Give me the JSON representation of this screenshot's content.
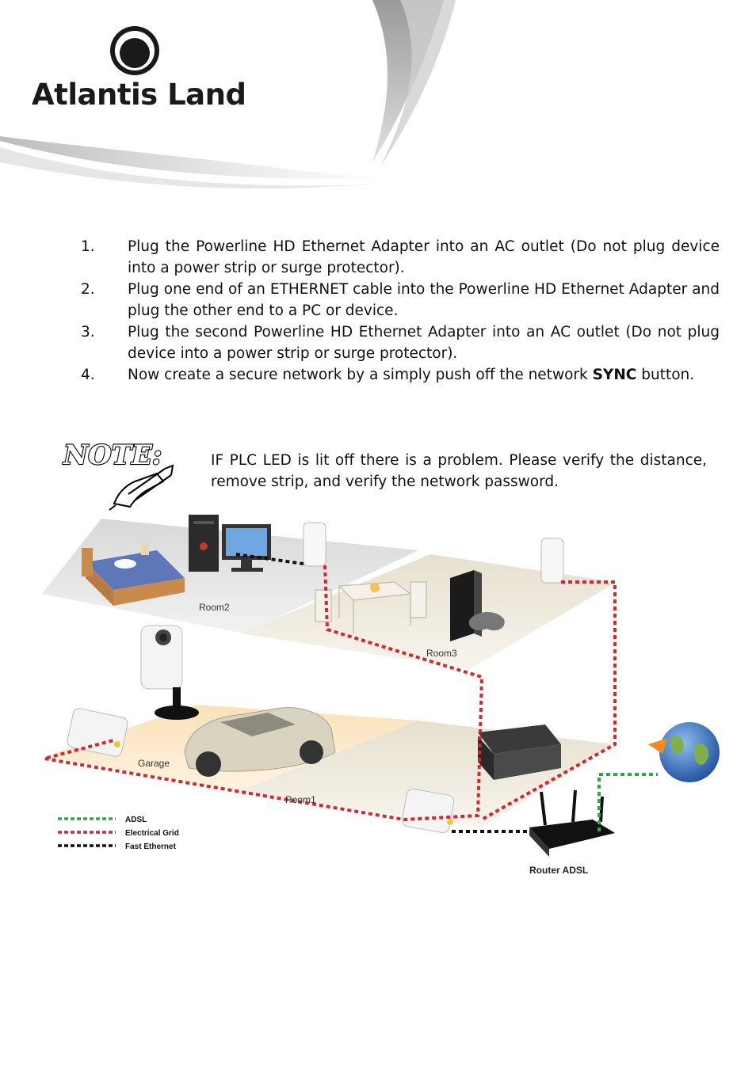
{
  "brand": {
    "logo_text": "Atlantis Land"
  },
  "instructions": [
    {
      "num": "1.",
      "text": "Plug the Powerline HD Ethernet Adapter into an AC outlet (Do not plug device into a power strip or surge protector)."
    },
    {
      "num": "2.",
      "text": "Plug one end of an ETHERNET cable into the Powerline HD Ethernet Adapter and plug the other end to a PC or device."
    },
    {
      "num": "3.",
      "text": "Plug the second Powerline HD Ethernet Adapter into an AC outlet (Do not plug device into a power strip or surge protector)."
    },
    {
      "num": "4.",
      "text_before": "Now create a secure network by a simply push off the network ",
      "text_bold": "SYNC",
      "text_after": " button."
    }
  ],
  "note": {
    "title": "NOTE:",
    "text": "IF PLC  LED is lit off there is a problem. Please verify the distance, remove strip, and verify the network password."
  },
  "diagram": {
    "rooms": {
      "room2": "Room2",
      "room3": "Room3",
      "garage": "Garage",
      "room1": "Room1"
    },
    "router_label": "Router ADSL",
    "legend": [
      {
        "label": "ADSL",
        "color": "#2aa84a"
      },
      {
        "label": "Electrical Grid",
        "color": "#d6262e"
      },
      {
        "label": "Fast Ethernet",
        "color": "#111111"
      }
    ],
    "colors": {
      "brand_dark": "#1a1a1a",
      "swoosh": "#d9d9d9",
      "globe": "#2a5fae"
    }
  }
}
